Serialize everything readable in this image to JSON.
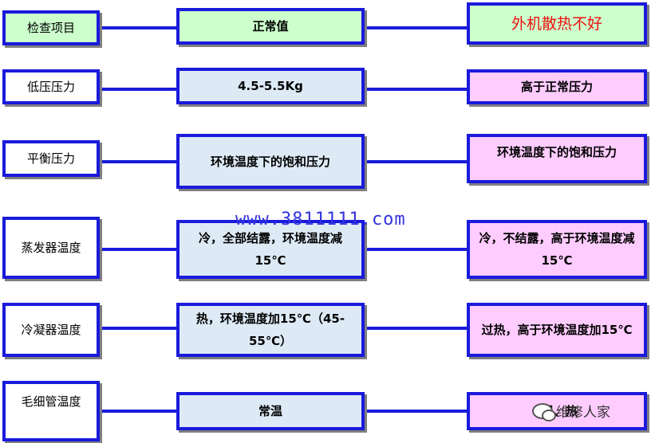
{
  "header": {
    "item": "检查项目",
    "normal": "正常值",
    "fault": "外机散热不好"
  },
  "rows": [
    {
      "item": "低压压力",
      "normal": "4.5-5.5Kg",
      "fault": "高于正常压力"
    },
    {
      "item": "平衡压力",
      "normal": "环境温度下的饱和压力",
      "fault": "环境温度下的饱和压力"
    },
    {
      "item": "蒸发器温度",
      "normal": "冷，全部结露，环境温度减15℃",
      "fault": "冷，不结露，高于环境温度减15℃"
    },
    {
      "item": "冷凝器温度",
      "normal": "热，环境温度加15℃（45-55℃）",
      "fault": "过热，高于环境温度加15℃"
    },
    {
      "item": "毛细管温度",
      "normal": "常温",
      "fault": "温、热"
    }
  ],
  "watermark": {
    "url": "www.3811111.com",
    "badge": "维修人家",
    "badge_icon": "wechat-icon"
  },
  "colors": {
    "border": "#1a1adc",
    "header_green": "#ccffcc",
    "normal_fill": "#ddeaf6",
    "fault_fill": "#ffccff",
    "fault_title": "#ee1111"
  }
}
